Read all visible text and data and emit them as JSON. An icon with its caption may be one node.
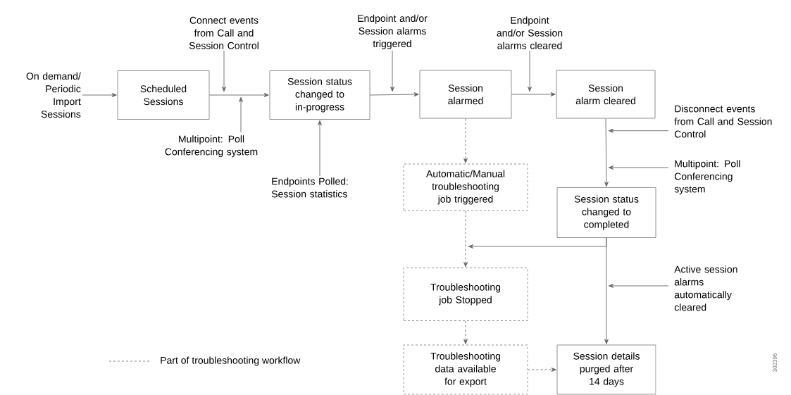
{
  "diagram": {
    "nodes": [
      {
        "text": [
          "Scheduled Sessions"
        ]
      },
      {
        "text": [
          "Session status changed to in-progress"
        ]
      },
      {
        "text": [
          "Session alarmed"
        ]
      },
      {
        "text": [
          "Session alarm cleared"
        ]
      },
      {
        "text": [
          "Automatic/Manual troubleshooting job triggered"
        ]
      },
      {
        "text": [
          "Session status changed to completed"
        ]
      },
      {
        "text": [
          "Troubleshooting job Stopped"
        ]
      },
      {
        "text": [
          "Troubleshooting data available for export"
        ]
      },
      {
        "text": [
          "Session details purged after 14 days"
        ]
      },
      {
        "text": [
          "On demand/ Periodic Import Sessions"
        ]
      },
      {
        "text": [
          "Connect events from Call and Session Control"
        ]
      },
      {
        "text": [
          "Multipoint: Poll Conferencing system"
        ]
      },
      {
        "text": [
          "Endpoints Polled: Session statistics"
        ]
      },
      {
        "text": [
          "Endpoint and/or Session alarms triggered"
        ]
      },
      {
        "text": [
          "Endpoint and/or Session alarms cleared"
        ]
      },
      {
        "text": [
          "Disconnect events from Call and Session Control"
        ]
      },
      {
        "text": [
          "Multipoint: Poll Conferencing system"
        ]
      },
      {
        "text": [
          "Active session alarms automatically cleared"
        ]
      }
    ],
    "edges": [
      {
        "from": 9,
        "to": 0,
        "arrow": "to"
      },
      {
        "from": 10,
        "to": null,
        "arrow": "to"
      },
      {
        "from": 11,
        "to": null,
        "arrow": "to"
      },
      {
        "from": 0,
        "to": 1,
        "arrow": "to"
      },
      {
        "from": 12,
        "to": 1,
        "arrow": "to"
      },
      {
        "from": 1,
        "to": 2,
        "arrow": "to"
      },
      {
        "from": 13,
        "to": null,
        "arrow": "to"
      },
      {
        "from": 2,
        "to": 3,
        "arrow": "to"
      },
      {
        "from": 14,
        "to": null,
        "arrow": "to"
      },
      {
        "from": 2,
        "to": 4,
        "arrow": "to",
        "style": "dashed"
      },
      {
        "from": 3,
        "to": 5,
        "arrow": "to"
      },
      {
        "from": 15,
        "to": null,
        "arrow": "to"
      },
      {
        "from": 16,
        "to": null,
        "arrow": "to"
      },
      {
        "from": 4,
        "to": 6,
        "arrow": "to",
        "style": "dashed"
      },
      {
        "from": 5,
        "to": null,
        "arrow": "to"
      },
      {
        "from": 5,
        "to": 8,
        "arrow": "to"
      },
      {
        "from": 17,
        "to": null,
        "arrow": "to"
      },
      {
        "from": 6,
        "to": 7,
        "arrow": "to",
        "style": "dashed"
      },
      {
        "from": 7,
        "to": 8,
        "arrow": "to",
        "style": "dashed"
      }
    ],
    "labels": [
      "302396"
    ],
    "legend": [
      {
        "text": "Part of troubleshooting workflow"
      }
    ]
  }
}
